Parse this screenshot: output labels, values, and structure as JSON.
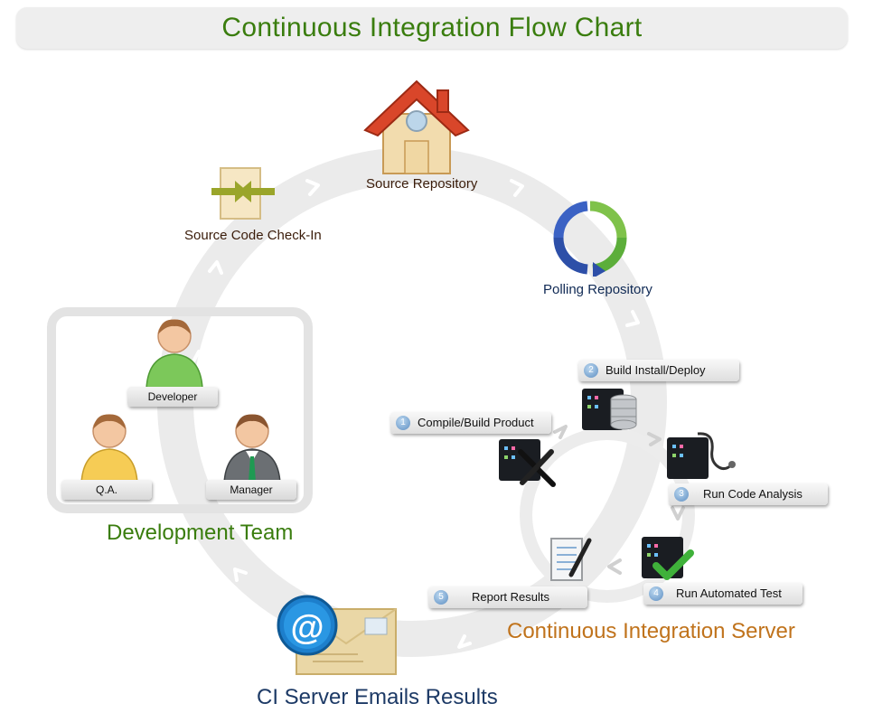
{
  "title": "Continuous Integration Flow Chart",
  "nodes": {
    "source_repository": "Source Repository",
    "source_code_checkin": "Source Code Check-In",
    "polling_repository": "Polling Repository",
    "ci_emails": "CI Server Emails Results"
  },
  "team": {
    "title": "Development Team",
    "developer": "Developer",
    "qa": "Q.A.",
    "manager": "Manager"
  },
  "ci_server": {
    "title": "Continuous Integration Server",
    "steps": [
      {
        "num": "1",
        "label": "Compile/Build Product"
      },
      {
        "num": "2",
        "label": "Build Install/Deploy"
      },
      {
        "num": "3",
        "label": "Run Code Analysis"
      },
      {
        "num": "4",
        "label": "Run Automated Test"
      },
      {
        "num": "5",
        "label": "Report Results"
      }
    ]
  },
  "icons": {
    "email_symbol": "@"
  },
  "colors": {
    "title_green": "#3a7d0e",
    "ci_orange": "#c0731c",
    "navy": "#1d3a66"
  }
}
